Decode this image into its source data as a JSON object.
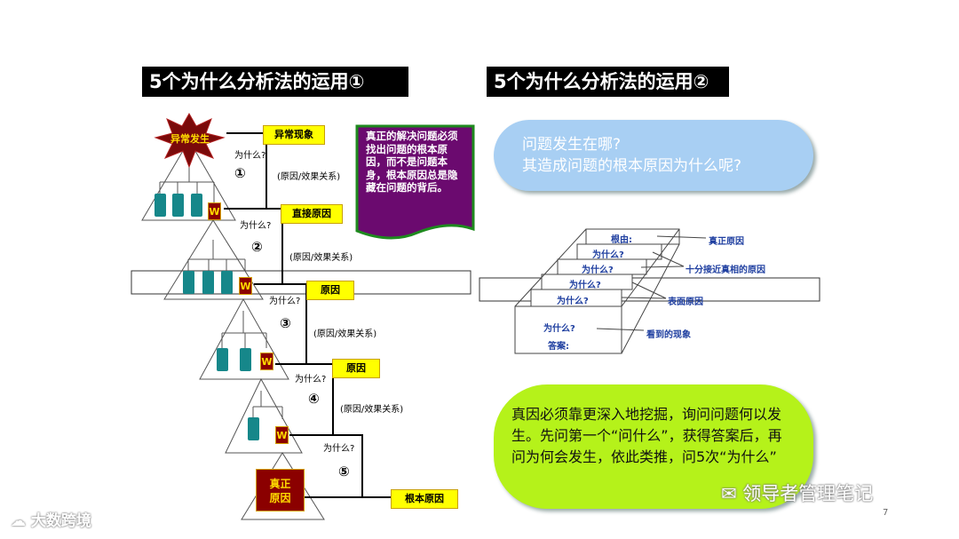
{
  "left": {
    "title": "5个为什么分析法的运用①",
    "burst": "异常发生",
    "labels": {
      "abnormal": "异常现象",
      "direct": "直接原因",
      "cause1": "原因",
      "cause2": "原因",
      "root": "根本原因"
    },
    "why": "为什么?",
    "relation": "(原因/效果关系)",
    "steps": [
      "①",
      "②",
      "③",
      "④",
      "⑤"
    ],
    "w": "W",
    "true_cause": "真正\n原因",
    "note": "真正的解决问题必须找出问题的根本原因，而不是问题本身，根本原因总是隐藏在问题的背后。"
  },
  "right": {
    "title": "5个为什么分析法的运用②",
    "question": "问题发生在哪?\n其造成问题的根本原因为什么呢?",
    "stair_labels": {
      "root_reason": "根由:",
      "why": "为什么?",
      "why2": "为什么?",
      "why3": "为什么?",
      "why4": "为什么?",
      "why5": "为什么?",
      "answer": "答案:"
    },
    "annotations": {
      "true_cause": "真正原因",
      "close": "十分接近真相的原因",
      "surface": "表面原因",
      "seen": "看到的现象"
    },
    "bottom_text": "真因必须靠更深入地挖掘，询问问题何以发生。先问第一个“问什么”，获得答案后，再问为何会发生，依此类推，问5次“为什么”"
  },
  "watermarks": {
    "left": "大数跨境",
    "right": "领导者管理笔记",
    "page": "7"
  }
}
